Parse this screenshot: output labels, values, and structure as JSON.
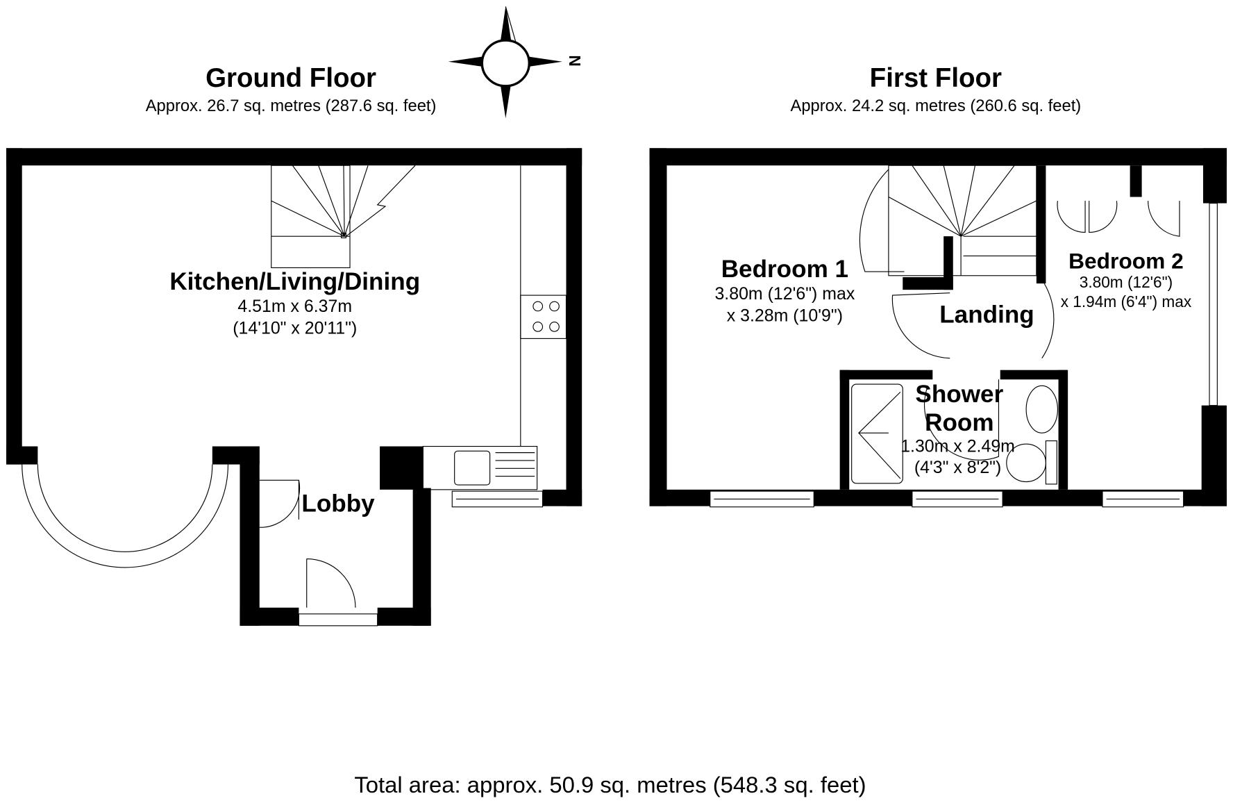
{
  "ground_floor": {
    "title": "Ground Floor",
    "area": "Approx. 26.7 sq. metres (287.6 sq. feet)",
    "rooms": [
      {
        "name": "Kitchen/Living/Dining",
        "dims": [
          "4.51m x 6.37m",
          "(14'10\" x 20'11\")"
        ]
      },
      {
        "name": "Lobby",
        "dims": []
      }
    ]
  },
  "first_floor": {
    "title": "First Floor",
    "area": "Approx. 24.2 sq. metres (260.6 sq. feet)",
    "rooms": [
      {
        "name": "Bedroom 1",
        "dims": [
          "3.80m (12'6\") max",
          "x 3.28m (10'9\")"
        ]
      },
      {
        "name": "Landing",
        "dims": []
      },
      {
        "name": "Bedroom 2",
        "dims": [
          "3.80m (12'6\")",
          "x 1.94m (6'4\") max"
        ]
      },
      {
        "name": "Shower Room",
        "name_lines": [
          "Shower",
          "Room"
        ],
        "dims": [
          "1.30m x 2.49m",
          "(4'3\" x 8'2\")"
        ]
      }
    ]
  },
  "compass": {
    "label": "N",
    "icon": "compass-rose-icon"
  },
  "total_area": "Total area: approx. 50.9 sq. metres (548.3 sq. feet)"
}
